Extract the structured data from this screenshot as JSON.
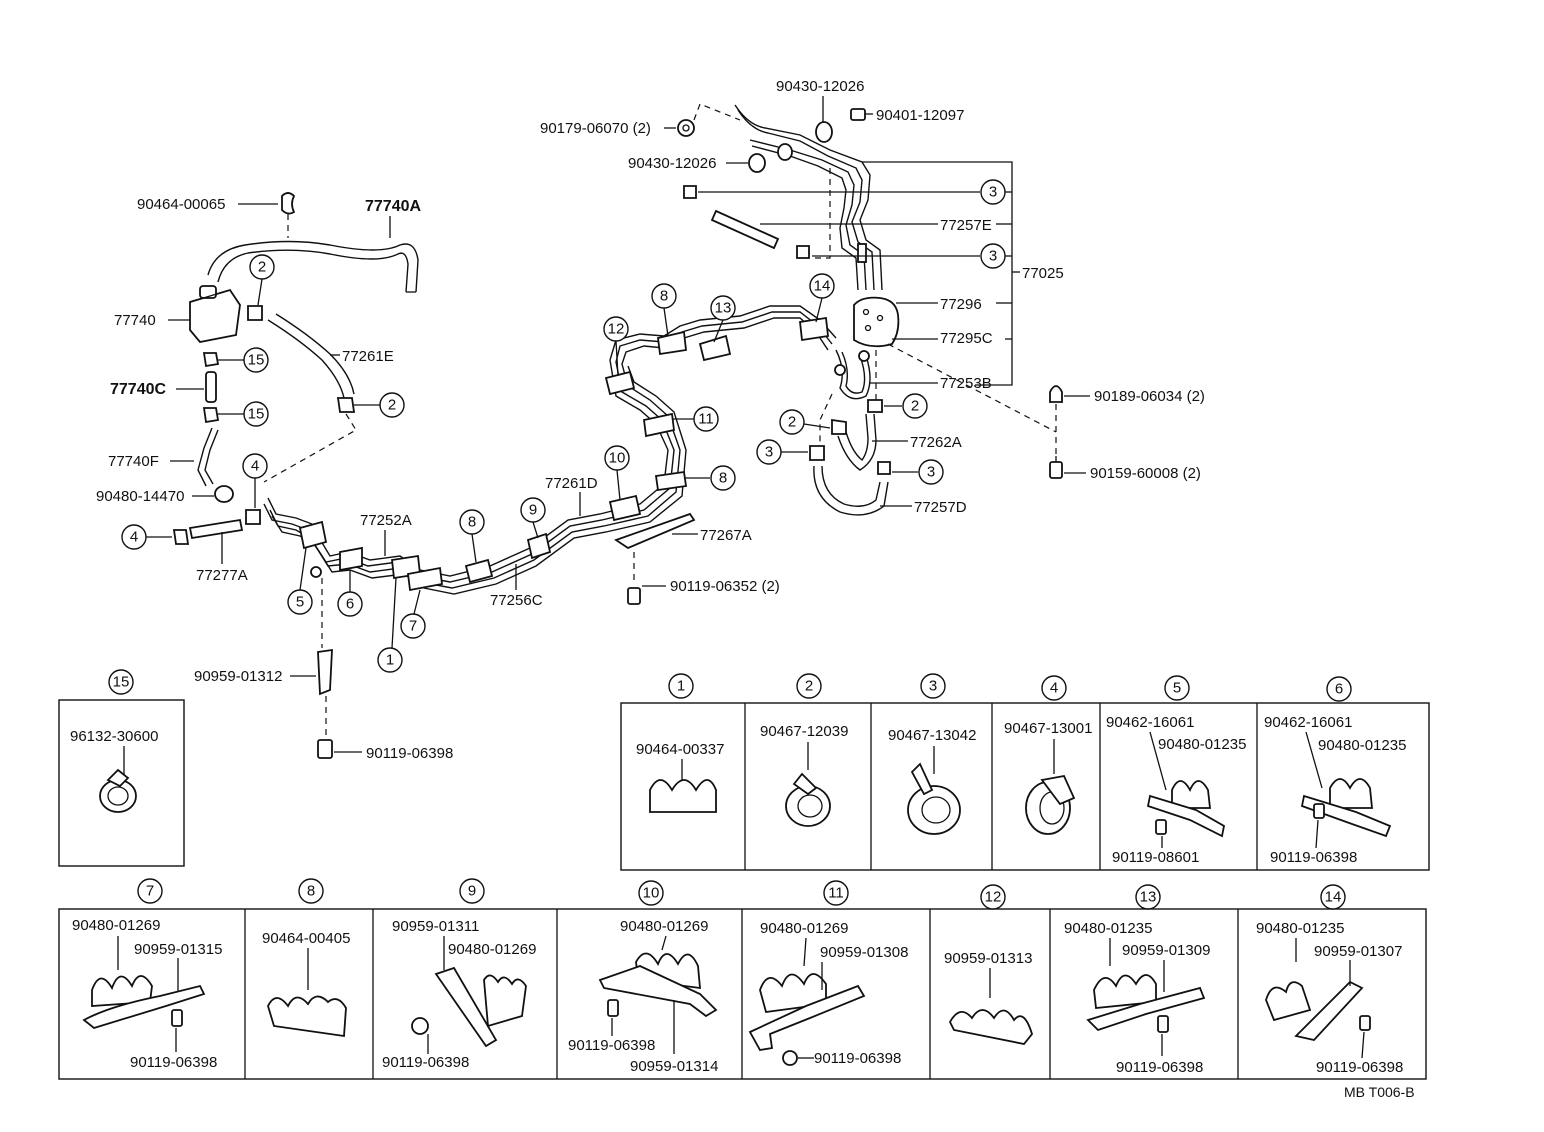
{
  "main_labels": {
    "p90430_12026_top": "90430-12026",
    "p90401_12097": "90401-12097",
    "p90179_06070": "90179-06070 (2)",
    "p90430_12026_mid": "90430-12026",
    "p90464_00065": "90464-00065",
    "p77740A": "77740A",
    "p77257E": "77257E",
    "p77025": "77025",
    "p77740": "77740",
    "p77261E": "77261E",
    "p77740C": "77740C",
    "p77296": "77296",
    "p77295C": "77295C",
    "p77253B": "77253B",
    "p90189_06034": "90189-06034 (2)",
    "p77262A": "77262A",
    "p90159_60008": "90159-60008 (2)",
    "p77740F": "77740F",
    "p90480_14470": "90480-14470",
    "p77261D": "77261D",
    "p77257D": "77257D",
    "p77252A": "77252A",
    "p77267A": "77267A",
    "p77277A": "77277A",
    "p77256C": "77256C",
    "p90119_06352": "90119-06352 (2)",
    "p90959_01312": "90959-01312",
    "p90119_06398_main": "90119-06398"
  },
  "callouts": [
    "1",
    "2",
    "3",
    "4",
    "5",
    "6",
    "7",
    "8",
    "9",
    "10",
    "11",
    "12",
    "13",
    "14",
    "15"
  ],
  "detail_boxes": {
    "b15": {
      "num": "15",
      "parts": [
        "96132-30600"
      ]
    },
    "b1": {
      "num": "1",
      "parts": [
        "90464-00337"
      ]
    },
    "b2": {
      "num": "2",
      "parts": [
        "90467-12039"
      ]
    },
    "b3": {
      "num": "3",
      "parts": [
        "90467-13042"
      ]
    },
    "b4": {
      "num": "4",
      "parts": [
        "90467-13001"
      ]
    },
    "b5": {
      "num": "5",
      "parts": [
        "90462-16061",
        "90480-01235",
        "90119-08601"
      ]
    },
    "b6": {
      "num": "6",
      "parts": [
        "90462-16061",
        "90480-01235",
        "90119-06398"
      ]
    },
    "b7": {
      "num": "7",
      "parts": [
        "90480-01269",
        "90959-01315",
        "90119-06398"
      ]
    },
    "b8": {
      "num": "8",
      "parts": [
        "90464-00405"
      ]
    },
    "b9": {
      "num": "9",
      "parts": [
        "90959-01311",
        "90480-01269",
        "90119-06398"
      ]
    },
    "b10": {
      "num": "10",
      "parts": [
        "90480-01269",
        "90119-06398",
        "90959-01314"
      ]
    },
    "b11": {
      "num": "11",
      "parts": [
        "90480-01269",
        "90959-01308",
        "90119-06398"
      ]
    },
    "b12": {
      "num": "12",
      "parts": [
        "90959-01313"
      ]
    },
    "b13": {
      "num": "13",
      "parts": [
        "90480-01235",
        "90959-01309",
        "90119-06398"
      ]
    },
    "b14": {
      "num": "14",
      "parts": [
        "90480-01235",
        "90959-01307",
        "90119-06398"
      ]
    }
  },
  "ref_code": "MB  T006-B"
}
